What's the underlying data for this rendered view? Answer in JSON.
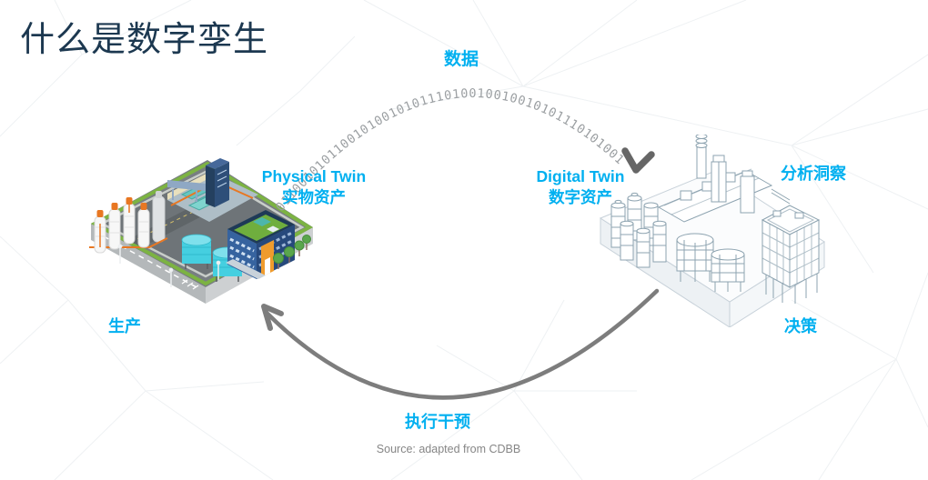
{
  "slide": {
    "title": "什么是数字孪生",
    "source_note": "Source: adapted from CDBB"
  },
  "flow": {
    "data_label": "数据",
    "analysis_label": "分析洞察",
    "production_label": "生产",
    "decision_label": "决策",
    "intervention_label": "执行干预",
    "binary_stream": "0110010101100101001010111010010010010101110101001"
  },
  "physical_twin": {
    "title_en": "Physical Twin",
    "title_zh": "实物资产"
  },
  "digital_twin": {
    "title_en": "Digital Twin",
    "title_zh": "数字资产"
  },
  "colors": {
    "accent_cyan": "#00b0f0",
    "title_navy": "#1c3850",
    "binary_gray": "#9b9fa2",
    "flow_arrow_gray": "#7d7d7d",
    "arrowhead_dark_gray": "#666666",
    "source_gray": "#868686"
  },
  "icons": {
    "data_arc_arrowhead": "checkmark-arrowhead-icon",
    "feedback_arrow": "curved-arrow-icon"
  }
}
